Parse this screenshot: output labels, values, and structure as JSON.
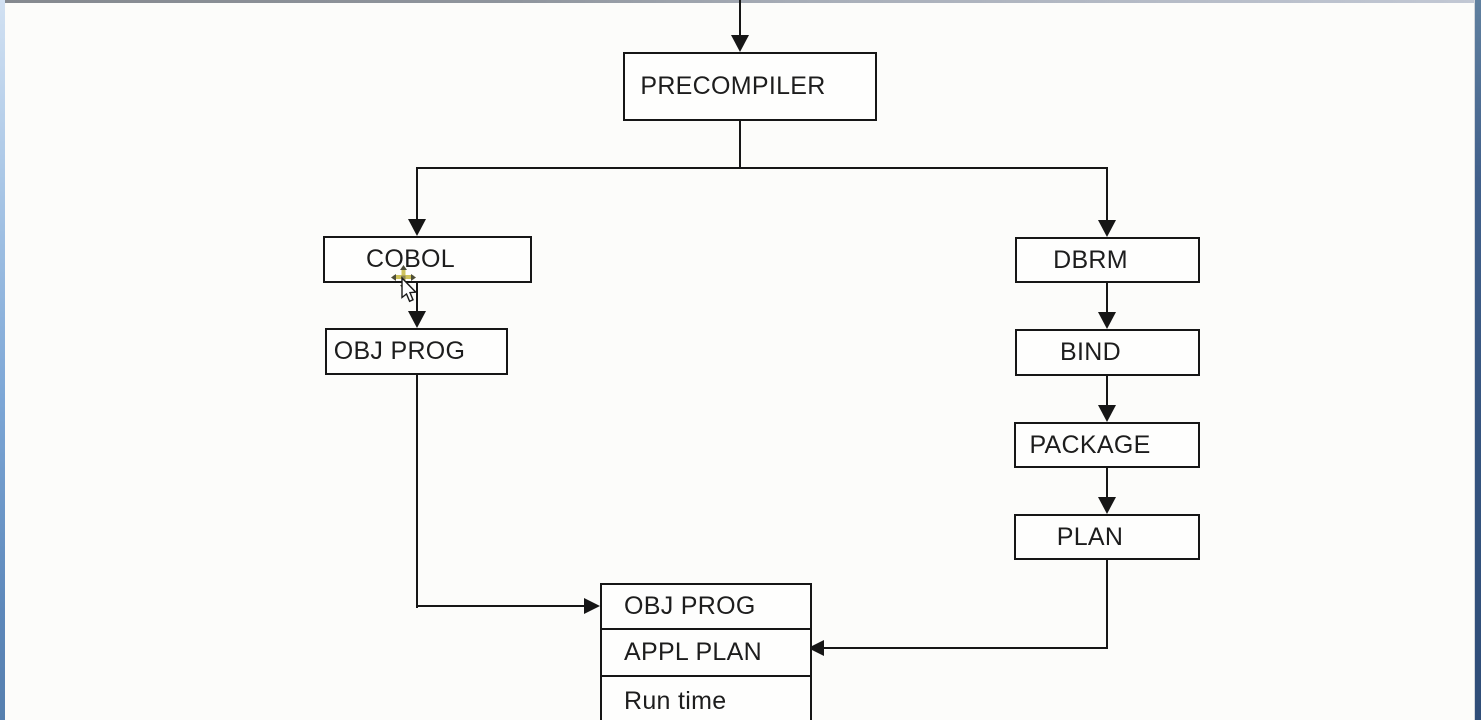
{
  "diagram": {
    "description": "DB2 program preparation flowchart",
    "nodes": {
      "precompiler": {
        "label": "PRECOMPILER"
      },
      "cobol": {
        "label": "COBOL"
      },
      "obj_prog": {
        "label": "OBJ PROG"
      },
      "dbrm": {
        "label": "DBRM"
      },
      "bind": {
        "label": "BIND"
      },
      "package": {
        "label": "PACKAGE"
      },
      "plan": {
        "label": "PLAN"
      },
      "runtime": {
        "rows": [
          {
            "label": "OBJ PROG"
          },
          {
            "label": "APPL PLAN"
          },
          {
            "label": "Run time"
          }
        ]
      }
    },
    "edges": [
      {
        "from": "source-input",
        "to": "precompiler"
      },
      {
        "from": "precompiler",
        "to": "cobol"
      },
      {
        "from": "precompiler",
        "to": "dbrm"
      },
      {
        "from": "cobol",
        "to": "obj_prog"
      },
      {
        "from": "obj_prog",
        "to": "runtime"
      },
      {
        "from": "dbrm",
        "to": "bind"
      },
      {
        "from": "bind",
        "to": "package"
      },
      {
        "from": "package",
        "to": "plan"
      },
      {
        "from": "plan",
        "to": "runtime"
      }
    ],
    "colors": {
      "diagram_line": "#161616",
      "node_border": "#161616",
      "node_text": "#1d1d1d",
      "background": "#fcfcfa",
      "frame_left_top": "#d2e1f2",
      "frame_left_bottom": "#567fae",
      "frame_right_top": "#60809f",
      "frame_right_bottom": "#2f4d78",
      "frame_top_gray": "#8f959d",
      "cursor_glow": "#cdc054"
    },
    "cursor": {
      "style": "arrow-with-click-highlight"
    }
  }
}
